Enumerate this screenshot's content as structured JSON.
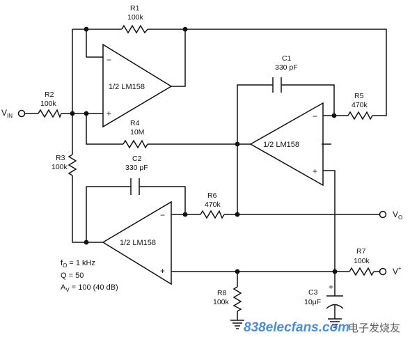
{
  "components": {
    "r1": {
      "ref": "R1",
      "value": "100k"
    },
    "r2": {
      "ref": "R2",
      "value": "100k"
    },
    "r3": {
      "ref": "R3",
      "value": "100k"
    },
    "r4": {
      "ref": "R4",
      "value": "10M"
    },
    "r5": {
      "ref": "R5",
      "value": "470k"
    },
    "r6": {
      "ref": "R6",
      "value": "470k"
    },
    "r7": {
      "ref": "R7",
      "value": "100k"
    },
    "r8": {
      "ref": "R8",
      "value": "100k"
    },
    "c1": {
      "ref": "C1",
      "value": "330 pF"
    },
    "c2": {
      "ref": "C2",
      "value": "330 pF"
    },
    "c3": {
      "ref": "C3",
      "value": "10μF"
    }
  },
  "opamps": {
    "a": "1/2 LM158",
    "b": "1/2 LM158",
    "c": "1/2 LM158"
  },
  "pins": {
    "minus": "−",
    "plus": "+"
  },
  "terminals": {
    "vin": {
      "main": "V",
      "sub": "IN"
    },
    "vo": {
      "main": "V",
      "sub": "O"
    },
    "vplus": {
      "main": "V",
      "sup": "+"
    }
  },
  "specs": {
    "fo": {
      "sym": "f",
      "sub": "O",
      "rest": " = 1 kHz"
    },
    "q": {
      "text": "Q = 50"
    },
    "av": {
      "sym": "A",
      "sub": "V",
      "rest": " = 100 (40 dB)"
    }
  },
  "watermark": {
    "domain": "838elecfans.com",
    "site": "电子发烧友"
  }
}
